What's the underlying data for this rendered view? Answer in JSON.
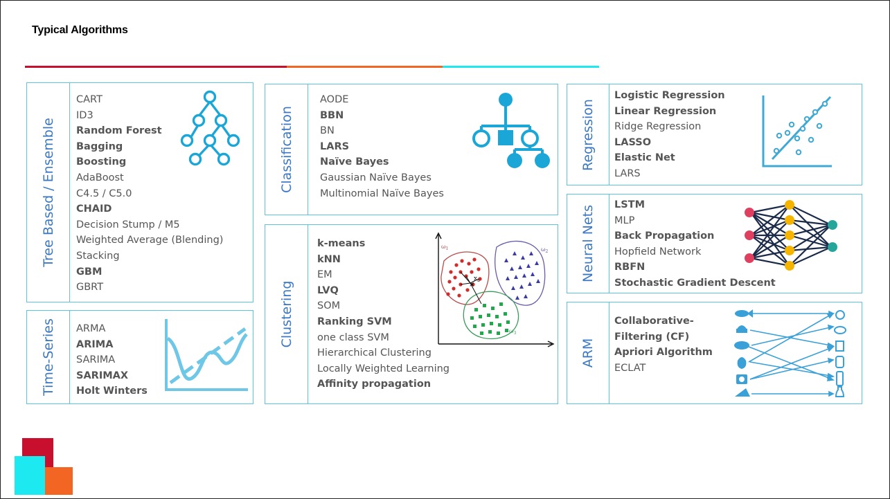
{
  "title": "Typical Algorithms",
  "colors": {
    "accent_red": "#c8102e",
    "accent_orange": "#f26522",
    "accent_cyan": "#1de9f0",
    "panel_border": "#5bc5e0",
    "label_blue": "#3b78c4"
  },
  "panels": {
    "tree": {
      "label": "Tree Based / Ensemble",
      "icon": "tree-graph-icon",
      "items": [
        {
          "text": "CART",
          "bold": false
        },
        {
          "text": "ID3",
          "bold": false
        },
        {
          "text": "Random Forest",
          "bold": true
        },
        {
          "text": "Bagging",
          "bold": true
        },
        {
          "text": "Boosting",
          "bold": true
        },
        {
          "text": "AdaBoost",
          "bold": false
        },
        {
          "text": "C4.5 / C5.0",
          "bold": false
        },
        {
          "text": "CHAID",
          "bold": true
        },
        {
          "text": "Decision Stump / M5",
          "bold": false
        },
        {
          "text": "Weighted Average  (Blending)",
          "bold": false
        },
        {
          "text": "Stacking",
          "bold": false
        },
        {
          "text": "GBM",
          "bold": true
        },
        {
          "text": "GBRT",
          "bold": false
        }
      ]
    },
    "timeseries": {
      "label": "Time-Series",
      "icon": "line-chart-icon",
      "items": [
        {
          "text": "ARMA",
          "bold": false
        },
        {
          "text": "ARIMA",
          "bold": true
        },
        {
          "text": "SARIMA",
          "bold": false
        },
        {
          "text": "SARIMAX",
          "bold": true
        },
        {
          "text": "Holt Winters",
          "bold": true
        }
      ]
    },
    "classification": {
      "label": "Classification",
      "icon": "hierarchy-icon",
      "items": [
        {
          "text": "AODE",
          "bold": false
        },
        {
          "text": "BBN",
          "bold": true
        },
        {
          "text": "BN",
          "bold": false
        },
        {
          "text": "LARS",
          "bold": true
        },
        {
          "text": "Naïve Bayes",
          "bold": true
        },
        {
          "text": "Gaussian Naïve Bayes",
          "bold": false
        },
        {
          "text": "Multinomial Naïve Bayes",
          "bold": false
        }
      ]
    },
    "clustering": {
      "label": "Clustering",
      "icon": "cluster-scatter-icon",
      "plot_labels": {
        "w1": "ω",
        "w1_sub": "1",
        "w2": "ω",
        "w2_sub": "2",
        "w3": "ω",
        "w3_sub": "3",
        "x": "x",
        "x_sub": "a"
      },
      "items": [
        {
          "text": "k-means",
          "bold": true
        },
        {
          "text": "kNN",
          "bold": true
        },
        {
          "text": "EM",
          "bold": false
        },
        {
          "text": "LVQ",
          "bold": true
        },
        {
          "text": "SOM",
          "bold": false
        },
        {
          "text": "Ranking SVM",
          "bold": true
        },
        {
          "text": "one class SVM",
          "bold": false
        },
        {
          "text": "Hierarchical Clustering",
          "bold": false
        },
        {
          "text": "Locally Weighted Learning",
          "bold": false
        },
        {
          "text": "Affinity propagation",
          "bold": true
        }
      ]
    },
    "regression": {
      "label": "Regression",
      "icon": "regression-scatter-icon",
      "items": [
        {
          "text": "Logistic Regression",
          "bold": true
        },
        {
          "text": "Linear Regression",
          "bold": true
        },
        {
          "text": "Ridge Regression",
          "bold": false
        },
        {
          "text": "LASSO",
          "bold": true
        },
        {
          "text": "Elastic Net",
          "bold": true
        },
        {
          "text": "LARS",
          "bold": false
        }
      ]
    },
    "neural": {
      "label": "Neural Nets",
      "icon": "neural-network-icon",
      "items": [
        {
          "text": "LSTM",
          "bold": true
        },
        {
          "text": "MLP",
          "bold": false
        },
        {
          "text": "Back Propagation",
          "bold": true
        },
        {
          "text": "Hopfield Network",
          "bold": false
        },
        {
          "text": "RBFN",
          "bold": true
        },
        {
          "text": "Stochastic Gradient Descent",
          "bold": true
        }
      ]
    },
    "arm": {
      "label": "ARM",
      "icon": "association-rules-icon",
      "items": [
        {
          "text": "Collaborative-",
          "bold": true
        },
        {
          "text": "Filtering (CF)",
          "bold": true
        },
        {
          "text": "Apriori Algorithm",
          "bold": true
        },
        {
          "text": "ECLAT",
          "bold": false
        }
      ]
    }
  }
}
